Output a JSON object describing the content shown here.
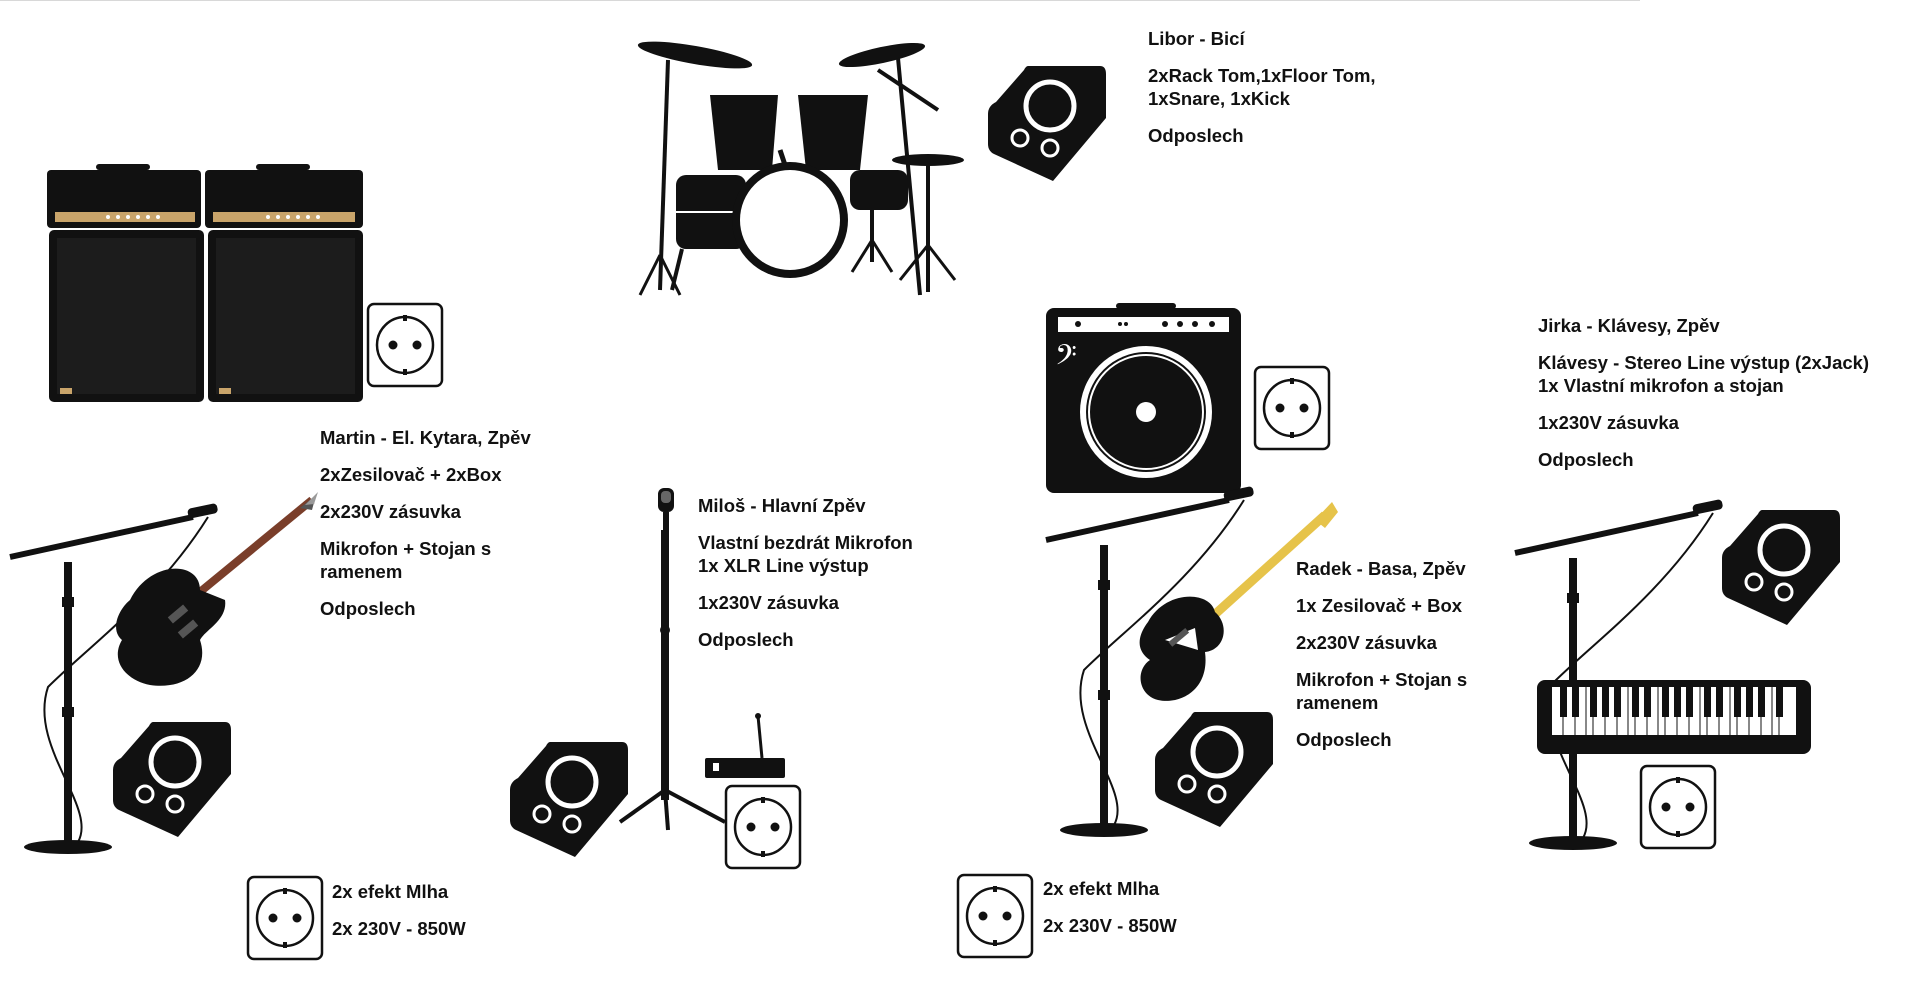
{
  "drummer": {
    "name": "Libor - Bicí",
    "kit": [
      "2xRack Tom,1xFloor Tom,",
      "1xSnare, 1xKick"
    ],
    "monitor": "Odposlech"
  },
  "guitarist": {
    "name": "Martin - El. Kytara, Zpěv",
    "amps": "2xZesilovač + 2xBox",
    "power": "2x230V zásuvka",
    "mic": [
      "Mikrofon + Stojan s",
      "ramenem"
    ],
    "monitor": "Odposlech"
  },
  "lead_singer": {
    "name": "Miloš - Hlavní Zpěv",
    "mic": [
      "Vlastní bezdrát Mikrofon",
      "1x XLR Line výstup"
    ],
    "power": "1x230V zásuvka",
    "monitor": "Odposlech"
  },
  "bassist": {
    "name": "Radek - Basa, Zpěv",
    "amps": "1x Zesilovač + Box",
    "power": "2x230V zásuvka",
    "mic": [
      "Mikrofon + Stojan s",
      "ramenem"
    ],
    "monitor": "Odposlech"
  },
  "keyboardist": {
    "name": "Jirka - Klávesy, Zpěv",
    "keys": [
      "Klávesy - Stereo Line výstup (2xJack)",
      "1x Vlastní mikrofon a stojan"
    ],
    "power": "1x230V zásuvka",
    "monitor": "Odposlech"
  },
  "fog_left": {
    "effect": "2x efekt Mlha",
    "power": "2x 230V - 850W"
  },
  "fog_right": {
    "effect": "2x efekt Mlha",
    "power": "2x 230V - 850W"
  },
  "icon_names": [
    "drum-kit-icon",
    "stage-monitor-icon",
    "guitar-amp-stack-icon",
    "power-socket-icon",
    "microphone-stand-icon",
    "electric-guitar-icon",
    "bass-guitar-icon",
    "bass-amp-icon",
    "wireless-receiver-icon",
    "keyboard-icon"
  ]
}
